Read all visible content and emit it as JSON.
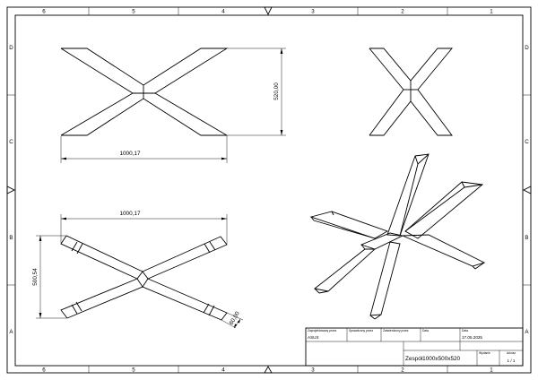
{
  "zones": {
    "columns": [
      "6",
      "5",
      "4",
      "3",
      "2",
      "1"
    ],
    "rows": [
      "D",
      "C",
      "B",
      "A"
    ]
  },
  "dimensions": {
    "top_width": "1000,17",
    "top_height": "520,00",
    "bottom_width": "1000,17",
    "bottom_height": "500,54",
    "profile": "60,00"
  },
  "title_block": {
    "designed_by_label": "Zaprojektowany przez",
    "designed_by_value": "ASUS",
    "checked_by_label": "Sprawdzony przez",
    "approved_by_label": "Zatwierdzony przez",
    "date_label": "Data",
    "date_label_2": "Data",
    "date_value": "17.05.2025",
    "title": "Zespół1000x500x520",
    "edition_label": "Wydanie",
    "sheet_label": "Arkusz",
    "sheet_value": "1 / 1"
  }
}
